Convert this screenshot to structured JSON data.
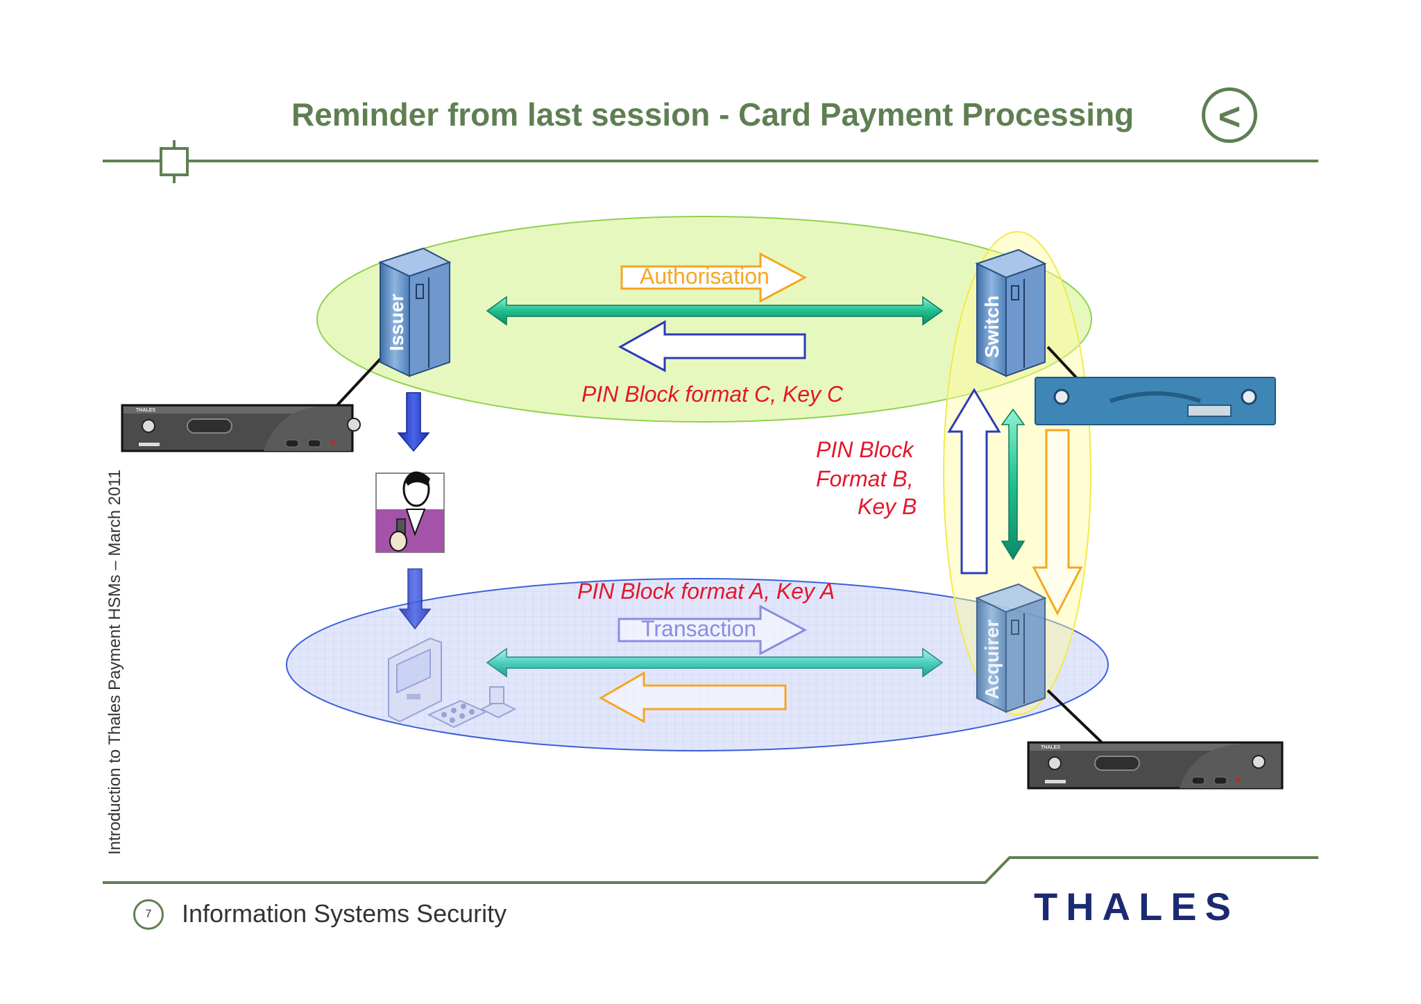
{
  "header": {
    "title": "Reminder from last session - Card Payment Processing",
    "back_icon": "chevron-left-icon",
    "back_glyph": "<"
  },
  "sidebar": {
    "vertical_text": "Introduction to Thales Payment HSMs  – March 2011"
  },
  "footer": {
    "page_number": "7",
    "text": "Information Systems Security",
    "logo": "THALES"
  },
  "diagram": {
    "nodes": {
      "issuer": "Issuer",
      "switch": "Switch",
      "acquirer": "Acquirer"
    },
    "arrows": {
      "authorisation": "Authorisation",
      "transaction": "Transaction"
    },
    "labels": {
      "pin_c": "PIN Block format C, Key C",
      "pin_b_line1": "PIN Block",
      "pin_b_line2": "Format B,",
      "pin_b_line3": "Key B",
      "pin_a": "PIN Block format A, Key A"
    },
    "hsm_brand": "THALES",
    "colors": {
      "title_green": "#5f7f52",
      "label_red": "#e3162c",
      "authorisation_orange": "#f5a623",
      "transaction_purple": "#8c8ce0",
      "logo_navy": "#1b2a72"
    }
  }
}
